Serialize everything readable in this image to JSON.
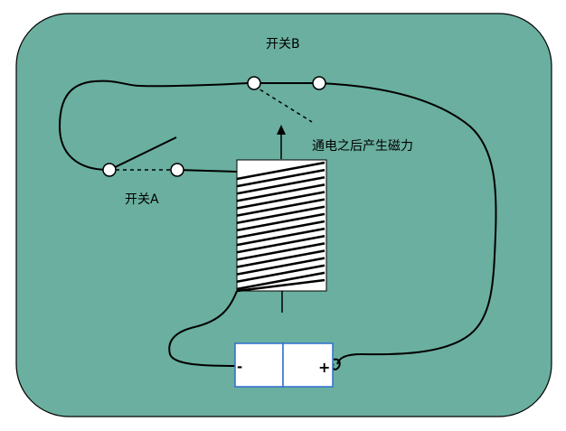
{
  "labels": {
    "switch_b": "开关B",
    "switch_a": "开关A",
    "magnet_note": "通电之后产生磁力",
    "battery_negative": "-",
    "battery_positive": "+"
  },
  "colors": {
    "panel_fill": "#6aaf9f",
    "panel_stroke": "#000000",
    "battery_stroke": "#2f6fd0",
    "wire": "#000000",
    "core_fill": "#ffffff"
  },
  "coil": {
    "turns": 17
  }
}
